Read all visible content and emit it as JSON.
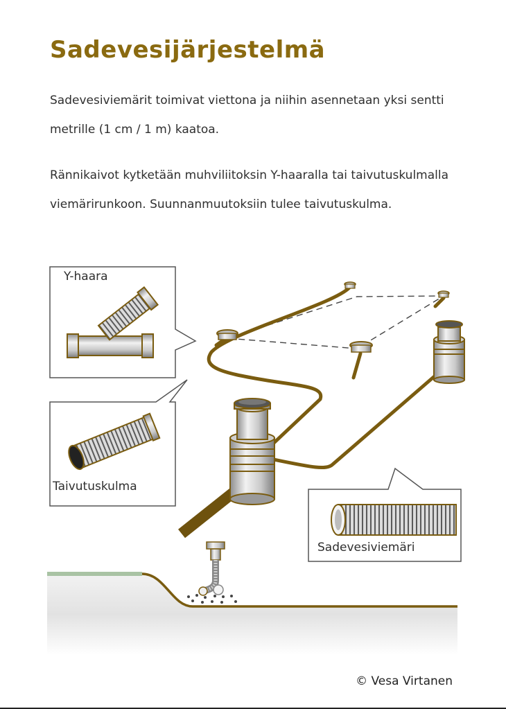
{
  "title": "Sadevesijärjestelmä",
  "paragraphs": [
    "Sadevesiviemärit toimivat viettona ja niihin asennetaan yksi sentti metrille (1 cm / 1 m) kaatoa.",
    "Rännikaivot kytketään muhviliitoksin Y-haaralla tai taivutuskulmalla viemärirunkoon. Suunnanmuutoksiin tulee taivutuskulma."
  ],
  "callouts": {
    "y_branch": "Y-haara",
    "bend": "Taivutuskulma",
    "stormwater_pipe": "Sadevesiviemäri"
  },
  "credit": "© Vesa Virtanen",
  "colors": {
    "title": "#8a6a10",
    "pipe": "#7a5c10",
    "ground_green": "#a9c3a4",
    "ground_fill": "#e6e6e6"
  }
}
